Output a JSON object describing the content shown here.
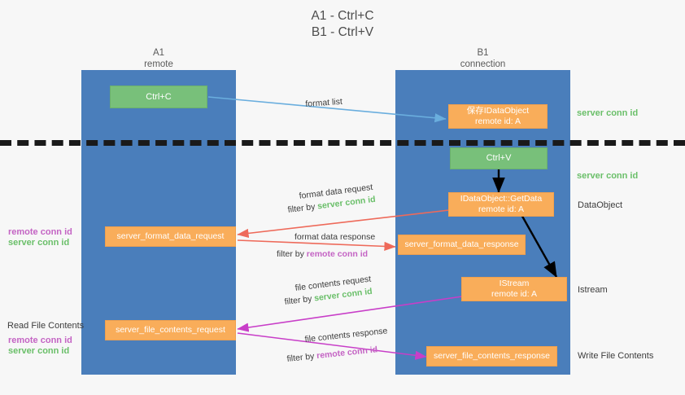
{
  "title": {
    "line1": "A1 - Ctrl+C",
    "line2": "B1 - Ctrl+V"
  },
  "lanes": [
    {
      "name": "A1",
      "sub": "remote",
      "color": "#4a7ebb"
    },
    {
      "name": "B1",
      "sub": "connection",
      "color": "#4a7ebb"
    }
  ],
  "colors": {
    "lane": "#4a7ebb",
    "green_box": "#78c07a",
    "orange_box": "#f9ad5a",
    "server_conn_id": "#6abf69",
    "remote_conn_id": "#c464c4",
    "arrow_blue": "#6aaede",
    "arrow_red": "#ee6a5a",
    "arrow_magenta": "#c83ec8",
    "arrow_black": "#000000",
    "background": "#f7f7f7",
    "separator": "#1a1a1a"
  },
  "boxes": {
    "ctrl_c": {
      "label": "Ctrl+C",
      "kind": "green"
    },
    "ctrl_v": {
      "label": "Ctrl+V",
      "kind": "green"
    },
    "save_idataobject": {
      "line1": "保存IDataObject",
      "line2": "remote id: A",
      "kind": "orange"
    },
    "getdata": {
      "line1": "IDataObject::GetData",
      "line2": "remote id: A",
      "kind": "orange"
    },
    "istream": {
      "line1": "IStream",
      "line2": "remote id: A",
      "kind": "orange"
    },
    "format_data_request": {
      "label": "server_format_data_request",
      "kind": "orange"
    },
    "format_data_response": {
      "label": "server_format_data_response",
      "kind": "orange"
    },
    "file_contents_request": {
      "label": "server_file_contents_request",
      "kind": "orange"
    },
    "file_contents_response": {
      "label": "server_file_contents_response",
      "kind": "orange"
    }
  },
  "arrow_labels": {
    "format_list": "format list",
    "format_data_request": {
      "line1": "format data request",
      "line2_prefix": "filter by ",
      "line2_key": "server conn id"
    },
    "format_data_response": {
      "line1": "format data response",
      "line2_prefix": "filter by ",
      "line2_key": "remote conn id"
    },
    "file_contents_request": {
      "line1": "file contents request",
      "line2_prefix": "filter by ",
      "line2_key": "server conn id"
    },
    "file_contents_response": {
      "line1": "file contents response",
      "line2_prefix": "filter by ",
      "line2_key": "remote conn id"
    }
  },
  "right_annotations": [
    {
      "text": "server conn id",
      "style": "green"
    },
    {
      "text": "server conn id",
      "style": "green"
    },
    {
      "text": "DataObject",
      "style": "plain"
    },
    {
      "text": "Istream",
      "style": "plain"
    },
    {
      "text": "Write File Contents",
      "style": "plain"
    }
  ],
  "left_annotations": {
    "group1": [
      {
        "text": "remote conn id",
        "style": "magenta"
      },
      {
        "text": "server conn id",
        "style": "green"
      }
    ],
    "read_file_contents": "Read File Contents",
    "group2": [
      {
        "text": "remote conn id",
        "style": "magenta"
      },
      {
        "text": "server conn id",
        "style": "green"
      }
    ]
  }
}
